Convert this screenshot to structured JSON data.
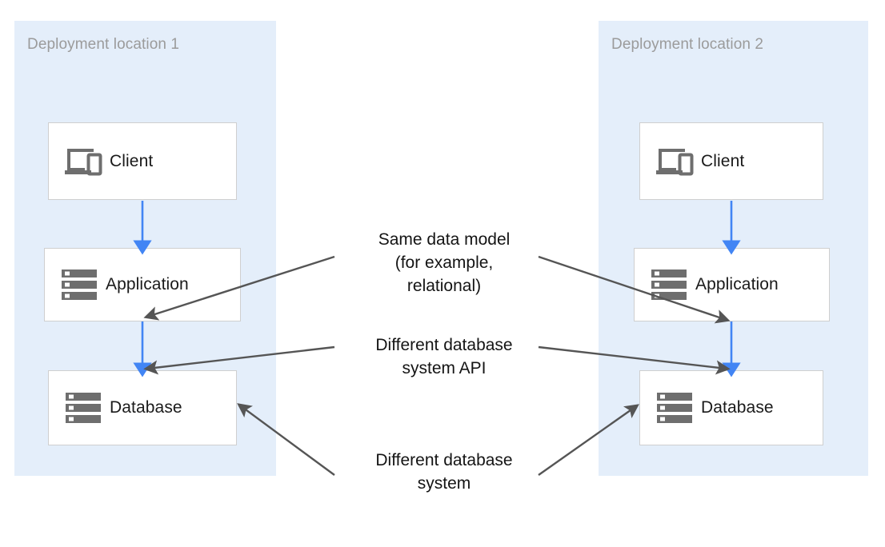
{
  "diagram": {
    "type": "architecture-diagram",
    "background_color": "#ffffff",
    "panel_color": "#e4eefa",
    "node_border_color": "#cfcfcf",
    "flow_arrow_color": "#4285f4",
    "annotation_arrow_color": "#555555",
    "panel_title_color": "#9b9b9b"
  },
  "panels": [
    {
      "id": "deployment-location-1",
      "title": "Deployment location 1",
      "nodes": [
        {
          "id": "client-1",
          "label": "Client",
          "icon": "devices-icon"
        },
        {
          "id": "app-1",
          "label": "Application",
          "icon": "server-icon"
        },
        {
          "id": "database-1",
          "label": "Database",
          "icon": "server-icon"
        }
      ]
    },
    {
      "id": "deployment-location-2",
      "title": "Deployment location 2",
      "nodes": [
        {
          "id": "client-2",
          "label": "Client",
          "icon": "devices-icon"
        },
        {
          "id": "app-2",
          "label": "Application",
          "icon": "server-icon"
        },
        {
          "id": "database-2",
          "label": "Database",
          "icon": "server-icon"
        }
      ]
    }
  ],
  "annotations": [
    {
      "id": "same-data-model",
      "text": "Same data model\n(for example,\nrelational)",
      "points_to": [
        "app-1",
        "app-2"
      ]
    },
    {
      "id": "different-database-system-api",
      "text": "Different database\nsystem API",
      "points_to": [
        "database-1",
        "database-2"
      ]
    },
    {
      "id": "different-database-system",
      "text": "Different database\nsystem",
      "points_to": [
        "database-1",
        "database-2"
      ]
    }
  ],
  "flows": [
    {
      "from": "client-1",
      "to": "app-1",
      "color": "#4285f4"
    },
    {
      "from": "app-1",
      "to": "database-1",
      "color": "#4285f4"
    },
    {
      "from": "client-2",
      "to": "app-2",
      "color": "#4285f4"
    },
    {
      "from": "app-2",
      "to": "database-2",
      "color": "#4285f4"
    }
  ]
}
